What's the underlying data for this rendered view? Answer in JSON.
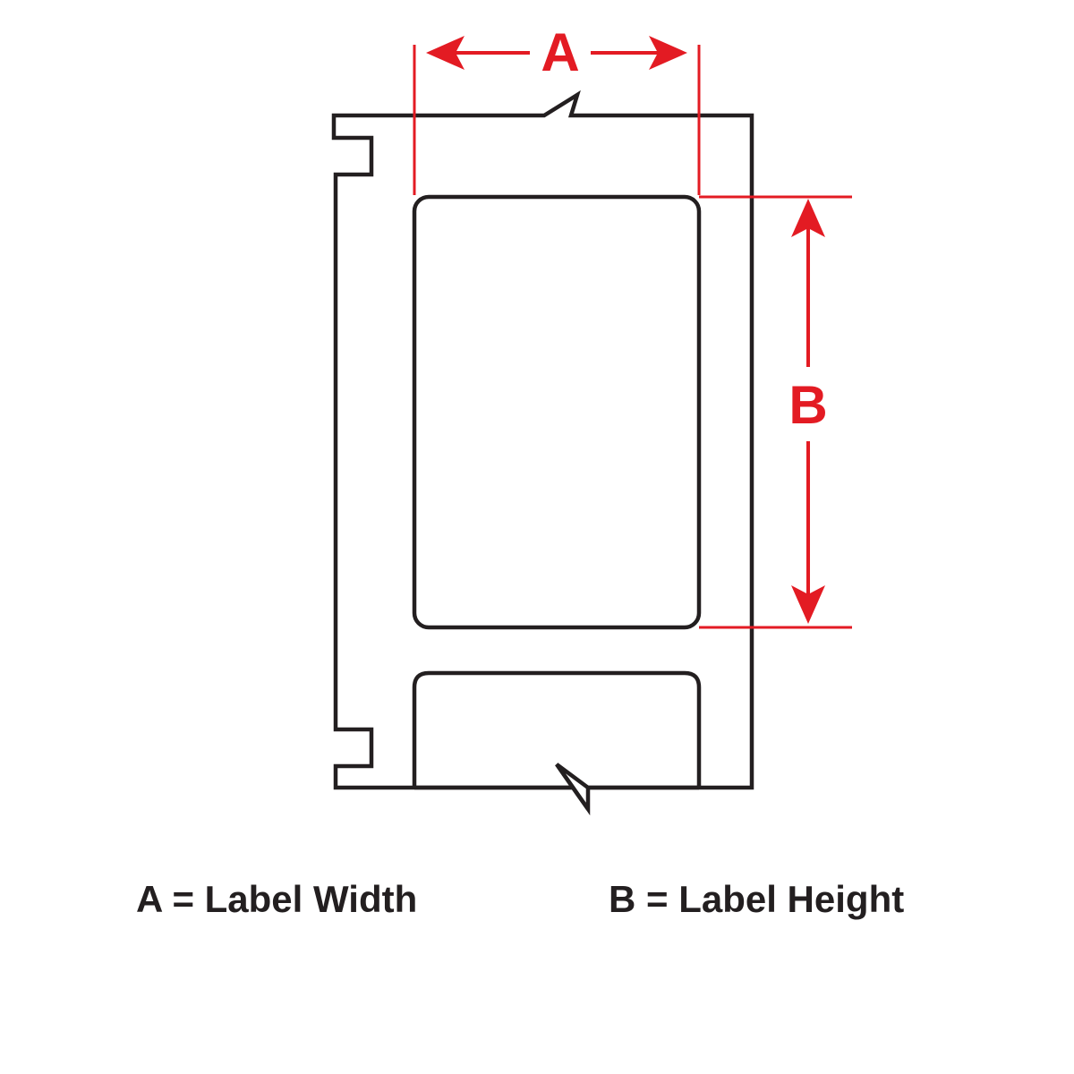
{
  "dimensions": {
    "width_letter": "A",
    "height_letter": "B"
  },
  "legend": {
    "width": "A = Label Width",
    "height": "B = Label Height"
  },
  "colors": {
    "outline": "#231f20",
    "dimension": "#e31b23",
    "background": "#ffffff"
  }
}
